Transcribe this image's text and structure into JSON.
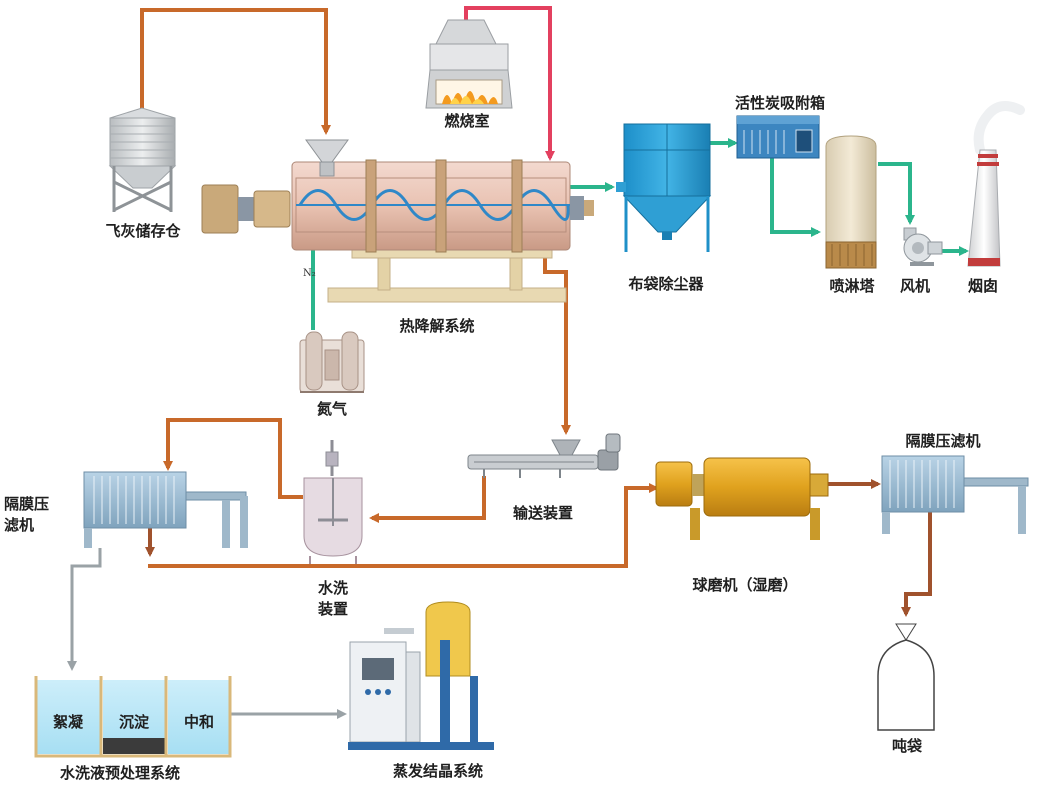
{
  "labels": {
    "fly_ash_silo": "飞灰储存仓",
    "combustion_chamber": "燃烧室",
    "activated_carbon_box": "活性炭吸附箱",
    "bag_filter": "布袋除尘器",
    "spray_tower": "喷淋塔",
    "fan": "风机",
    "chimney": "烟囱",
    "pyrolysis_system": "热降解系统",
    "nitrogen": "氮气",
    "n2_symbol": "N₂",
    "conveyor": "输送装置",
    "ball_mill": "球磨机（湿磨）",
    "filter_press_right": "隔膜压滤机",
    "filter_press_left_line1": "隔膜压",
    "filter_press_left_line2": "滤机",
    "washing_line1": "水洗",
    "washing_line2": "装置",
    "ton_bag": "吨袋",
    "pretreatment": "水洗液预处理系统",
    "evaporation": "蒸发结晶系统",
    "tank_flocculation": "絮凝",
    "tank_sedimentation": "沉淀",
    "tank_neutralization": "中和"
  },
  "colors": {
    "solid_flow": "#c8692a",
    "gas_flow": "#2bb58c",
    "fuel_flow": "#e3405f",
    "liquid_flow": "#9aa2a6",
    "slurry_flow": "#a0522d"
  }
}
